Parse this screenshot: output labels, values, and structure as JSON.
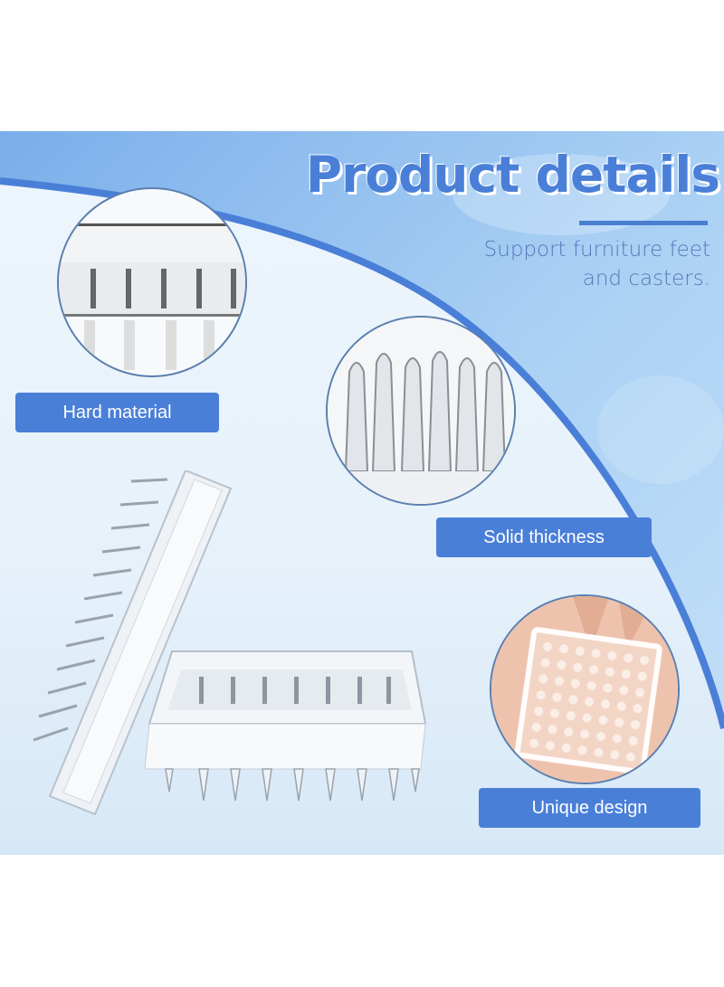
{
  "header": {
    "title": "Product details",
    "subtitle_line1": "Support furniture feet",
    "subtitle_line2": "and casters."
  },
  "features": [
    {
      "label": "Hard material",
      "image": "close-up of transparent pad surface with studs"
    },
    {
      "label": "Solid thickness",
      "image": "close-up of tapered transparent spikes"
    },
    {
      "label": "Unique design",
      "image": "square spiked pad held in palm"
    }
  ],
  "product_image": "two clear plastic square spiked furniture caster cups",
  "colors": {
    "accent": "#4a7fd8",
    "title_outline": "#ffffff",
    "subtitle": "#5679b8",
    "circle_border": "#5b7fae",
    "panel_light": "#eef6fc",
    "panel_blue": "#8fbef0"
  }
}
